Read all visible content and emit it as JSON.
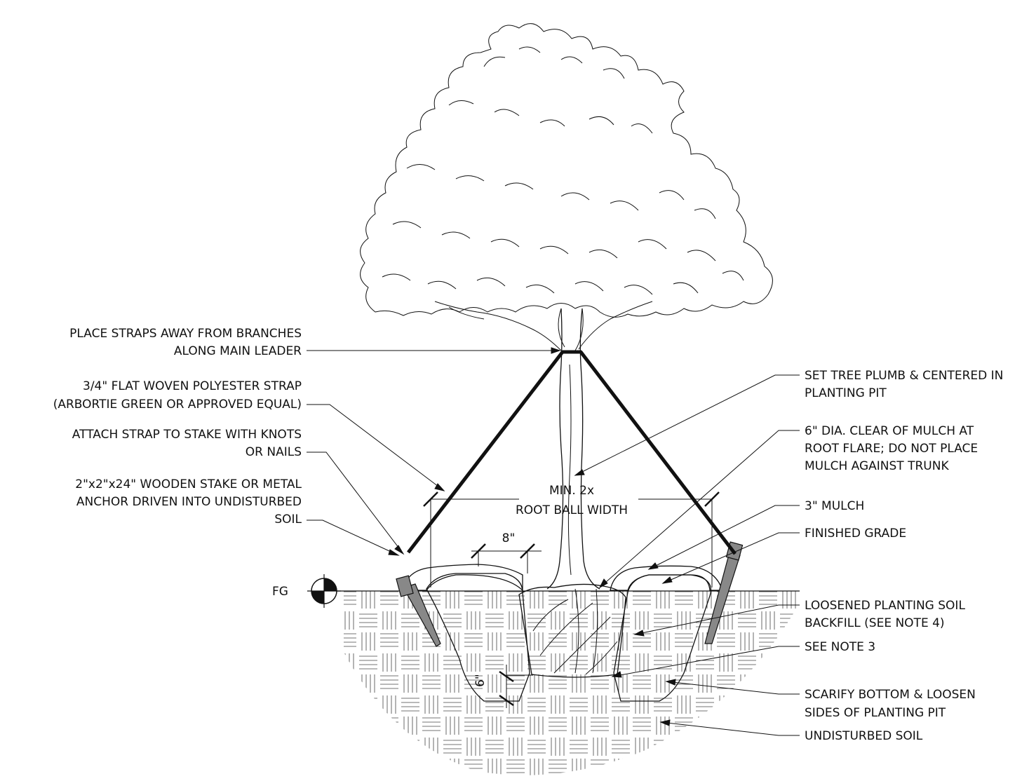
{
  "callouts": {
    "straps_branches": [
      "PLACE STRAPS AWAY FROM BRANCHES",
      "ALONG MAIN LEADER"
    ],
    "strap": [
      "3/4\" FLAT WOVEN POLYESTER STRAP",
      "(ARBORTIE GREEN OR APPROVED EQUAL)"
    ],
    "attach": [
      "ATTACH STRAP TO STAKE WITH KNOTS",
      "OR NAILS"
    ],
    "stake": [
      "2\"x2\"x24\" WOODEN STAKE OR METAL",
      "ANCHOR DRIVEN INTO UNDISTURBED",
      "SOIL"
    ],
    "plumb": [
      "SET TREE PLUMB & CENTERED IN",
      "PLANTING PIT"
    ],
    "root_flare": [
      "6\" DIA. CLEAR OF MULCH AT",
      "ROOT FLARE; DO NOT PLACE",
      "MULCH AGAINST TRUNK"
    ],
    "mulch": "3\" MULCH",
    "finished_grade": "FINISHED GRADE",
    "backfill": [
      "LOOSENED PLANTING SOIL",
      "BACKFILL (SEE NOTE 4)"
    ],
    "note3": "SEE NOTE 3",
    "scarify": [
      "SCARIFY BOTTOM & LOOSEN",
      "SIDES OF PLANTING PIT"
    ],
    "undisturbed": "UNDISTURBED SOIL"
  },
  "dimensions": {
    "min_width": [
      "MIN. 2x",
      "ROOT BALL WIDTH"
    ],
    "ring": "8\"",
    "depth": "6\""
  },
  "grade_marker": "FG"
}
